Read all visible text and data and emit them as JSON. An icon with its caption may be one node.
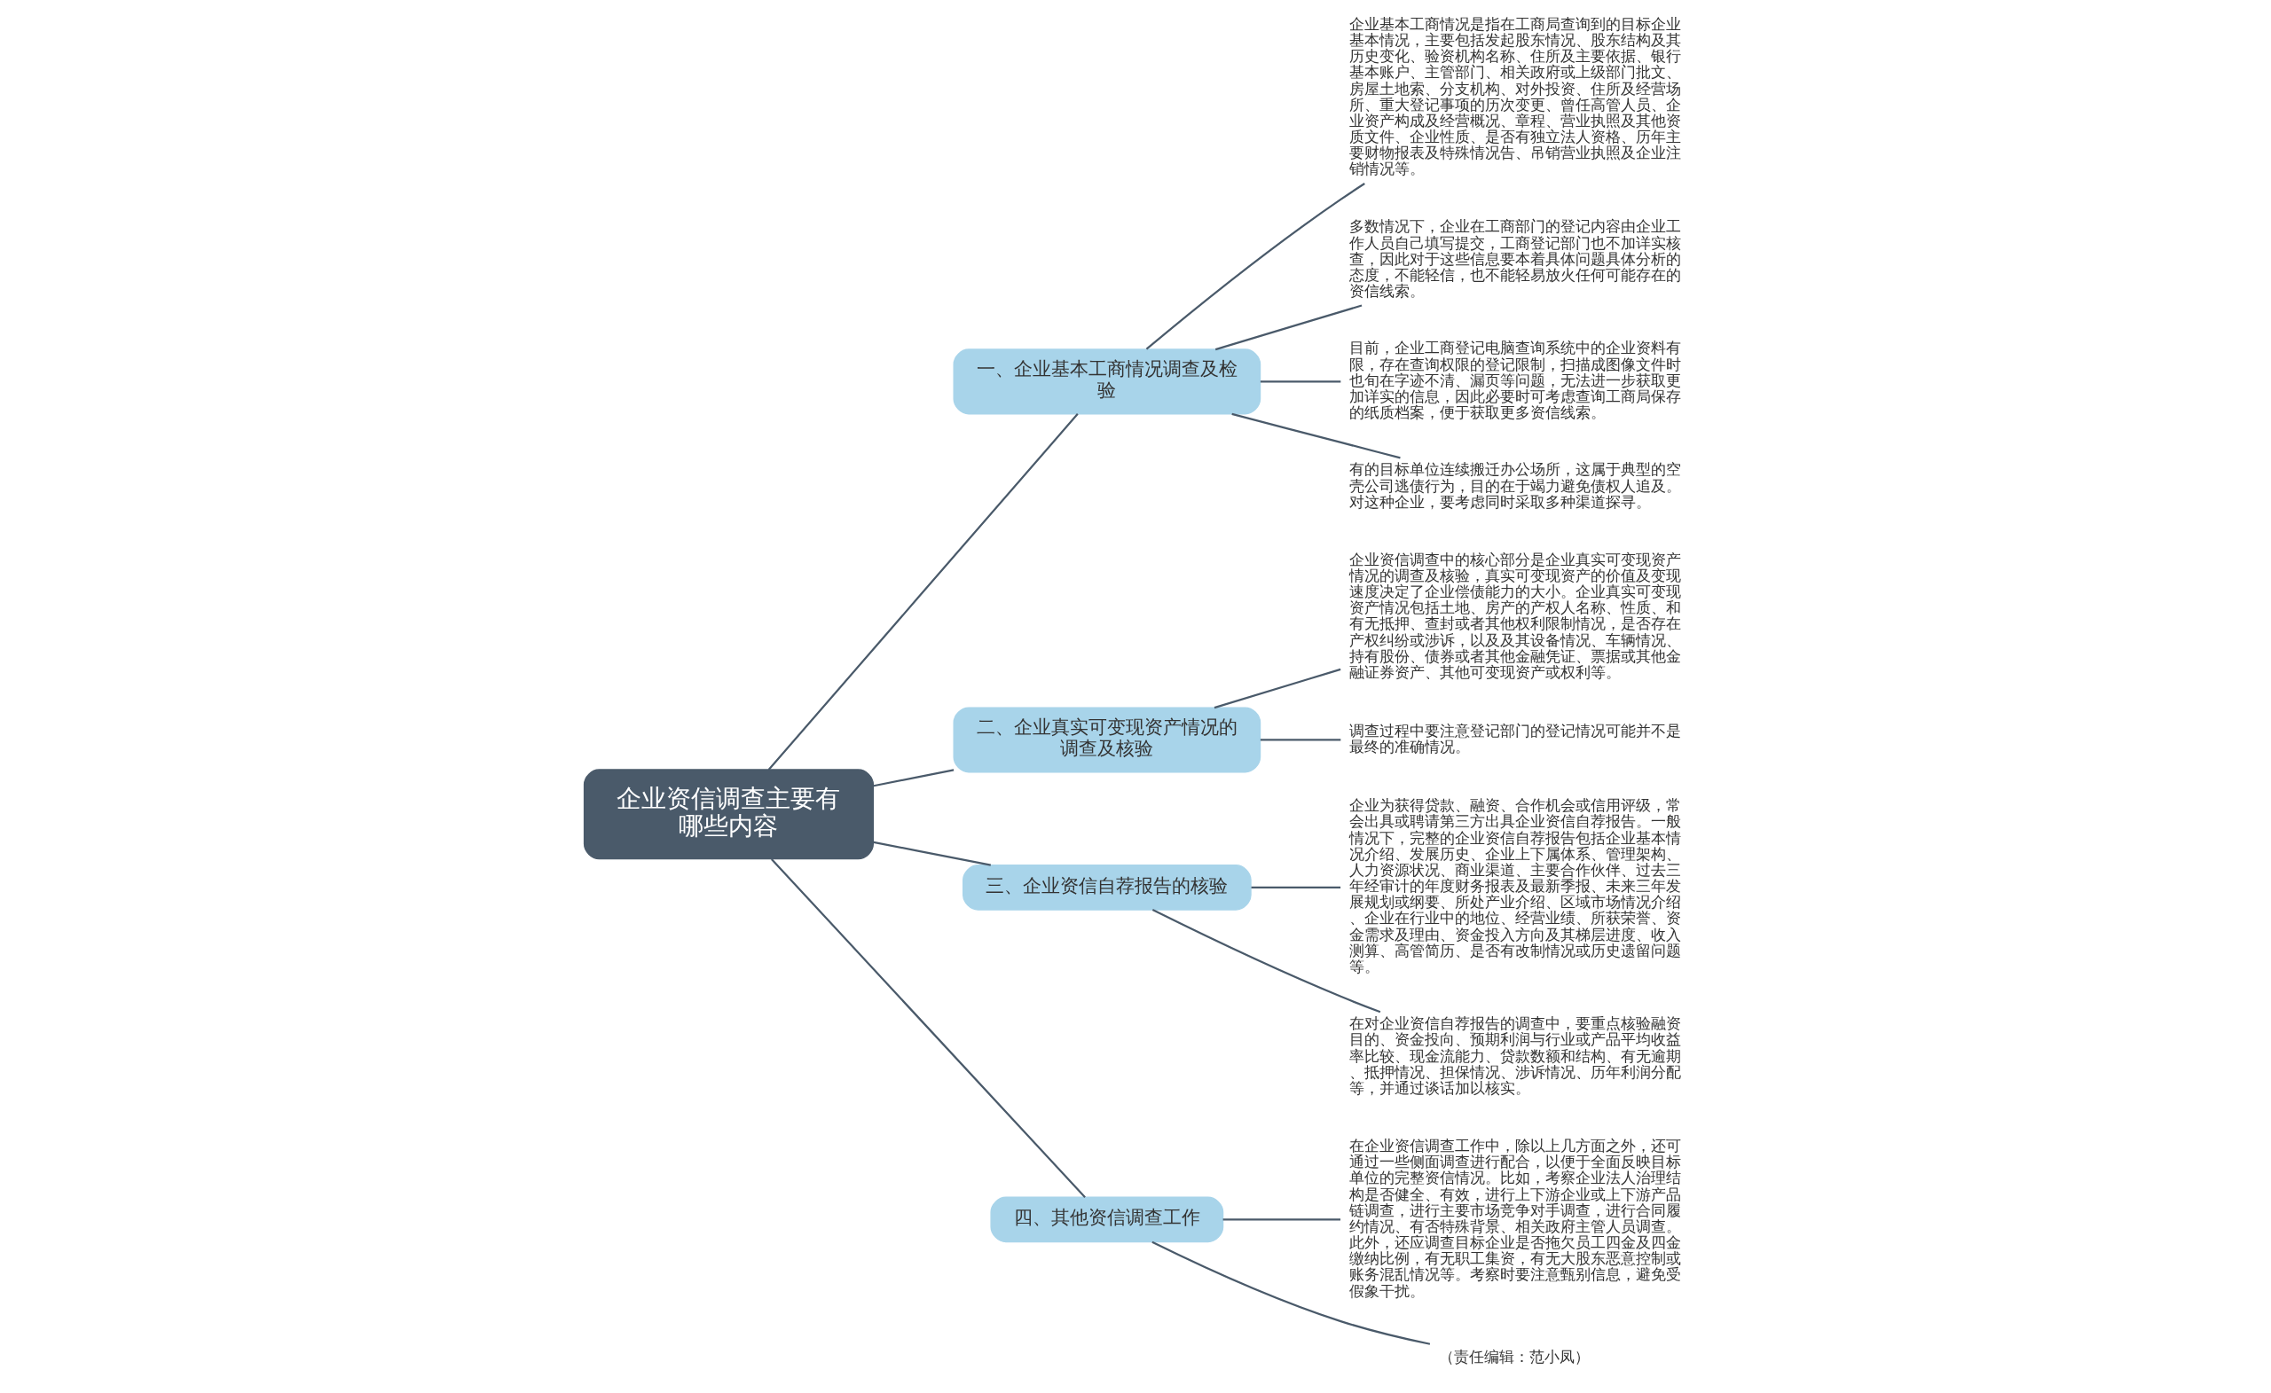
{
  "diagram": {
    "nodes": [
      {
        "text": [
          "企业资信调查主要有哪些内容"
        ]
      },
      {
        "text": [
          "一、企业基本工商情况调查及检验"
        ]
      },
      {
        "text": [
          "企业基本工商情况是指在工商局查询到的目标企业基本情况，主要包括发起股东情况、股东结构及其历史变化、验资机构名称、住所及主要依据、银行基本账户、主管部门、相关政府或上级部门批文、房屋土地索、分支机构、对外投资、住所及经营场所、重大登记事项的历次变更、曾任高管人员、企业资产构成及经营概况、章程、营业执照及其他资质文件、企业性质、是否有独立法人资格、历年主要财物报表及特殊情况告、吊销营业执照及企业注销情况等。"
        ]
      },
      {
        "text": [
          "多数情况下，企业在工商部门的登记内容由企业工作人员自己填写提交，工商登记部门也不加详实核查，因此对于这些信息要本着具体问题具体分析的态度，不能轻信，也不能轻易放火任何可能存在的资信线索。"
        ]
      },
      {
        "text": [
          "目前，企业工商登记电脑查询系统中的企业资料有限，存在查询权限的登记限制，扫描成图像文件时也旬在字迹不清、漏页等问题，无法进一步获取更加详实的信息，因此必要时可考虑查询工商局保存的纸质档案，便于获取更多资信线索。"
        ]
      },
      {
        "text": [
          "有的目标单位连续搬迁办公场所，这属于典型的空壳公司逃债行为，目的在于竭力避免债权人追及。对这种企业，要考虑同时采取多种渠道探寻。"
        ]
      },
      {
        "text": [
          "二、企业真实可变现资产情况的调查及核验"
        ]
      },
      {
        "text": [
          "企业资信调查中的核心部分是企业真实可变现资产情况的调查及核验，真实可变现资产的价值及变现速度决定了企业偿债能力的大小。企业真实可变现资产情况包括土地、房产的产权人名称、性质、和有无抵押、查封或者其他权利限制情况，是否存在产权纠纷或涉诉，以及及其设备情况、车辆情况、持有股份、债券或者其他金融凭证、票据或其他金融证券资产、其他可变现资产或权利等。"
        ]
      },
      {
        "text": [
          "调查过程中要注意登记部门的登记情况可能并不是最终的准确情况。"
        ]
      },
      {
        "text": [
          "三、企业资信自荐报告的核验"
        ]
      },
      {
        "text": [
          "企业为获得贷款、融资、合作机会或信用评级，常会出具或聘请第三方出具企业资信自荐报告。一般情况下，完整的企业资信自荐报告包括企业基本情况介绍、发展历史、企业上下属体系、管理架构、人力资源状况、商业渠道、主要合作伙伴、过去三年经审计的年度财务报表及最新季报、未来三年发展规划或纲要、所处产业介绍、区域市场情况介绍、企业在行业中的地位、经营业绩、所获荣誉、资金需求及理由、资金投入方向及其梯层进度、收入测算、高管简历、是否有改制情况或历史遗留问题等。"
        ]
      },
      {
        "text": [
          "在对企业资信自荐报告的调查中，要重点核验融资目的、资金投向、预期利润与行业或产品平均收益率比较、现金流能力、贷款数额和结构、有无逾期、抵押情况、担保情况、涉诉情况、历年利润分配等，并通过谈话加以核实。"
        ]
      },
      {
        "text": [
          "四、其他资信调查工作"
        ]
      },
      {
        "text": [
          "在企业资信调查工作中，除以上几方面之外，还可通过一些侧面调查进行配合，以便于全面反映目标单位的完整资信情况。比如，考察企业法人治理结构是否健全、有效，进行上下游企业或上下游产品链调查，进行主要市场竞争对手调查，进行合同履约情况、有否特殊背景、相关政府主管人员调查。此外，还应调查目标企业是否拖欠员工四金及四金缴纳比例，有无职工集资，有无大股东恶意控制或账务混乱情况等。考察时要注意甄别信息，避免受假象干扰。"
        ]
      },
      {
        "text": [
          "（责任编辑：范小凤）"
        ]
      }
    ],
    "edges": [
      {
        "from": 0,
        "to": 1,
        "arrow": "none"
      },
      {
        "from": 1,
        "to": 2,
        "arrow": "none"
      },
      {
        "from": 1,
        "to": 3,
        "arrow": "none"
      },
      {
        "from": 1,
        "to": 4,
        "arrow": "none"
      },
      {
        "from": 1,
        "to": 5,
        "arrow": "none"
      },
      {
        "from": 0,
        "to": 6,
        "arrow": "none"
      },
      {
        "from": 6,
        "to": 7,
        "arrow": "none"
      },
      {
        "from": 6,
        "to": 8,
        "arrow": "none"
      },
      {
        "from": 0,
        "to": 9,
        "arrow": "none"
      },
      {
        "from": 9,
        "to": 10,
        "arrow": "none"
      },
      {
        "from": 9,
        "to": 11,
        "arrow": "none"
      },
      {
        "from": 0,
        "to": 12,
        "arrow": "none"
      },
      {
        "from": 12,
        "to": 13,
        "arrow": "none"
      },
      {
        "from": 12,
        "to": 14,
        "arrow": "none"
      }
    ]
  }
}
